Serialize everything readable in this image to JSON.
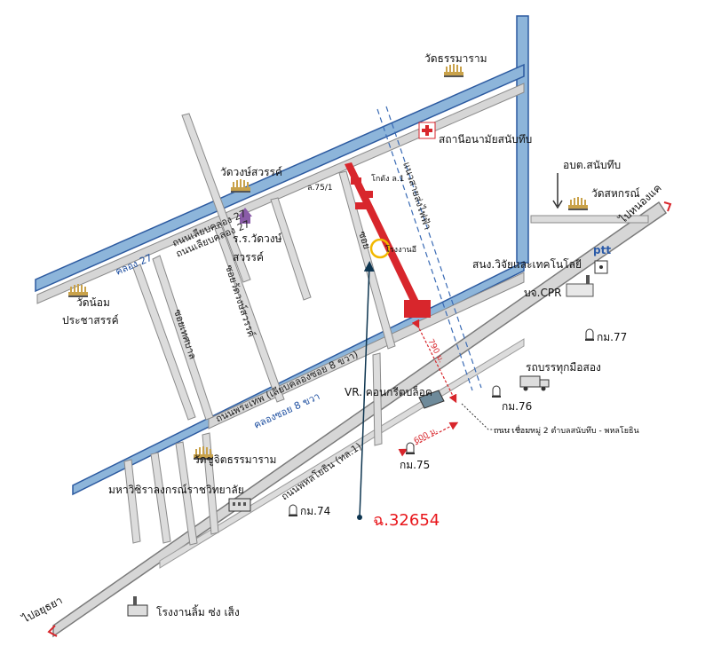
{
  "colors": {
    "canal": "#8db5da",
    "canal_edge": "#2c5aa0",
    "road": "#c8c8c8",
    "road_edge": "#7a7a7a",
    "highlight": "#d8262c",
    "pointer": "#0d3550",
    "circle": "#f2b800"
  },
  "labels": {
    "wat_thammaram": "วัดธรรมาราม",
    "health_station": "สถานีอนามัยสนับทึบ",
    "aobt": "อบต.สนับทึบ",
    "wat_sahakorn": "วัดสหกรณ์",
    "wat_wongsawan": "วัดวงษ์สวรรค์",
    "school_1": "ร.ร.วัดวงษ์",
    "school_2": "สวรรค์",
    "wat_noi_1": "วัดน้อม",
    "wat_noi_2": "ประชาสรรค์",
    "research_inst": "สนง.วิจัยและเทคโนโลยี",
    "ptt": "ptt",
    "cpr": "บจ.CPR",
    "km77": "กม.77",
    "km76": "กม.76",
    "km75": "กม.75",
    "km74": "กม.74",
    "used_trucks": "รถบรรทุกมือสอง",
    "vr_concrete": "VR. คอนกรีตบล็อค",
    "link_road": "ถนน เชื่อมหมู่ 2 ตำบลสนับทึบ - พหลโยธิน",
    "wat_chujit": "วัดชูจิตธรรมาราม",
    "university": "มหาวิชิราลงกรณ์ราชวิทยาลัย",
    "rice_mill": "โรงงานลิ้ม ซ่ง เส็ง",
    "to_ayutthaya": "ไปอยุธยา",
    "to_nongkhae": "ไปหนองแค",
    "code": "ฉ.32654",
    "soi_75_1": "ล.75/1",
    "warehouse": "โกดัง ล.1",
    "factory": "โรงงานอี",
    "dist_790": "790 ม.",
    "dist_600": "600 ม.",
    "road_canal27_a": "ถนนเลียบคลอง 27",
    "road_canal27_b": "ถนนเลียบคลอง 27",
    "canal27": "คลอง 27",
    "road_praphet": "ถนนพระเทพ (เลียบคลองซอย 8 ขวา)",
    "canal_soi8": "คลองซอย 8 ขวา",
    "phahonyothin": "ถนนพหลโยธิน (ทล.1)",
    "soi_wongsawan": "ซอยวัดวงษ์สวรรค์",
    "soi_left": "ซอยเทศบาล",
    "power_line": "แนวสายส่งไฟฟ้า",
    "soi_short": "ซอย"
  },
  "icons": {
    "temple": "temple-icon",
    "cross": "red-cross-icon",
    "factory": "factory-icon",
    "truck": "truck-icon",
    "km_post": "km-post-icon",
    "arrow": "arrow-icon",
    "school": "school-icon"
  }
}
